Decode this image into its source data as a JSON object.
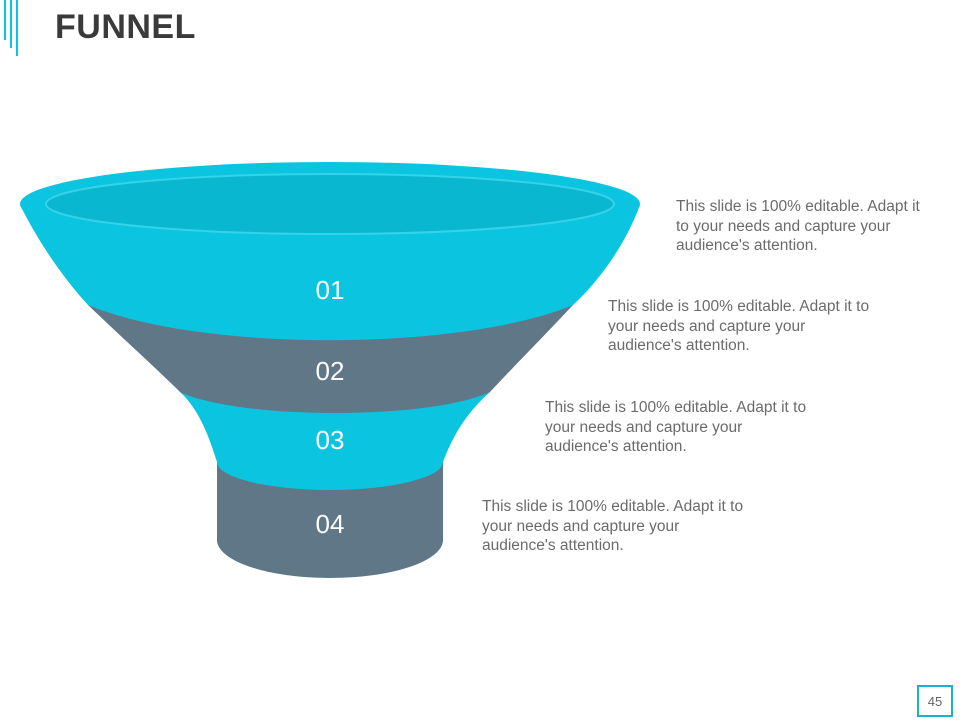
{
  "slide": {
    "title": "FUNNEL",
    "page_number": "45"
  },
  "colors": {
    "cyan": "#0bc4df",
    "slate": "#5f7786",
    "accent_border": "#16b3cc"
  },
  "levels": [
    {
      "number": "01",
      "description": "This slide is 100% editable. Adapt it to your needs and capture your audience's attention."
    },
    {
      "number": "02",
      "description": "This slide is 100% editable. Adapt it to your needs and capture your audience's attention."
    },
    {
      "number": "03",
      "description": "This slide is 100% editable. Adapt it to your needs and capture your audience's attention."
    },
    {
      "number": "04",
      "description": "This slide is 100% editable. Adapt it to your needs and capture your audience's attention."
    }
  ]
}
